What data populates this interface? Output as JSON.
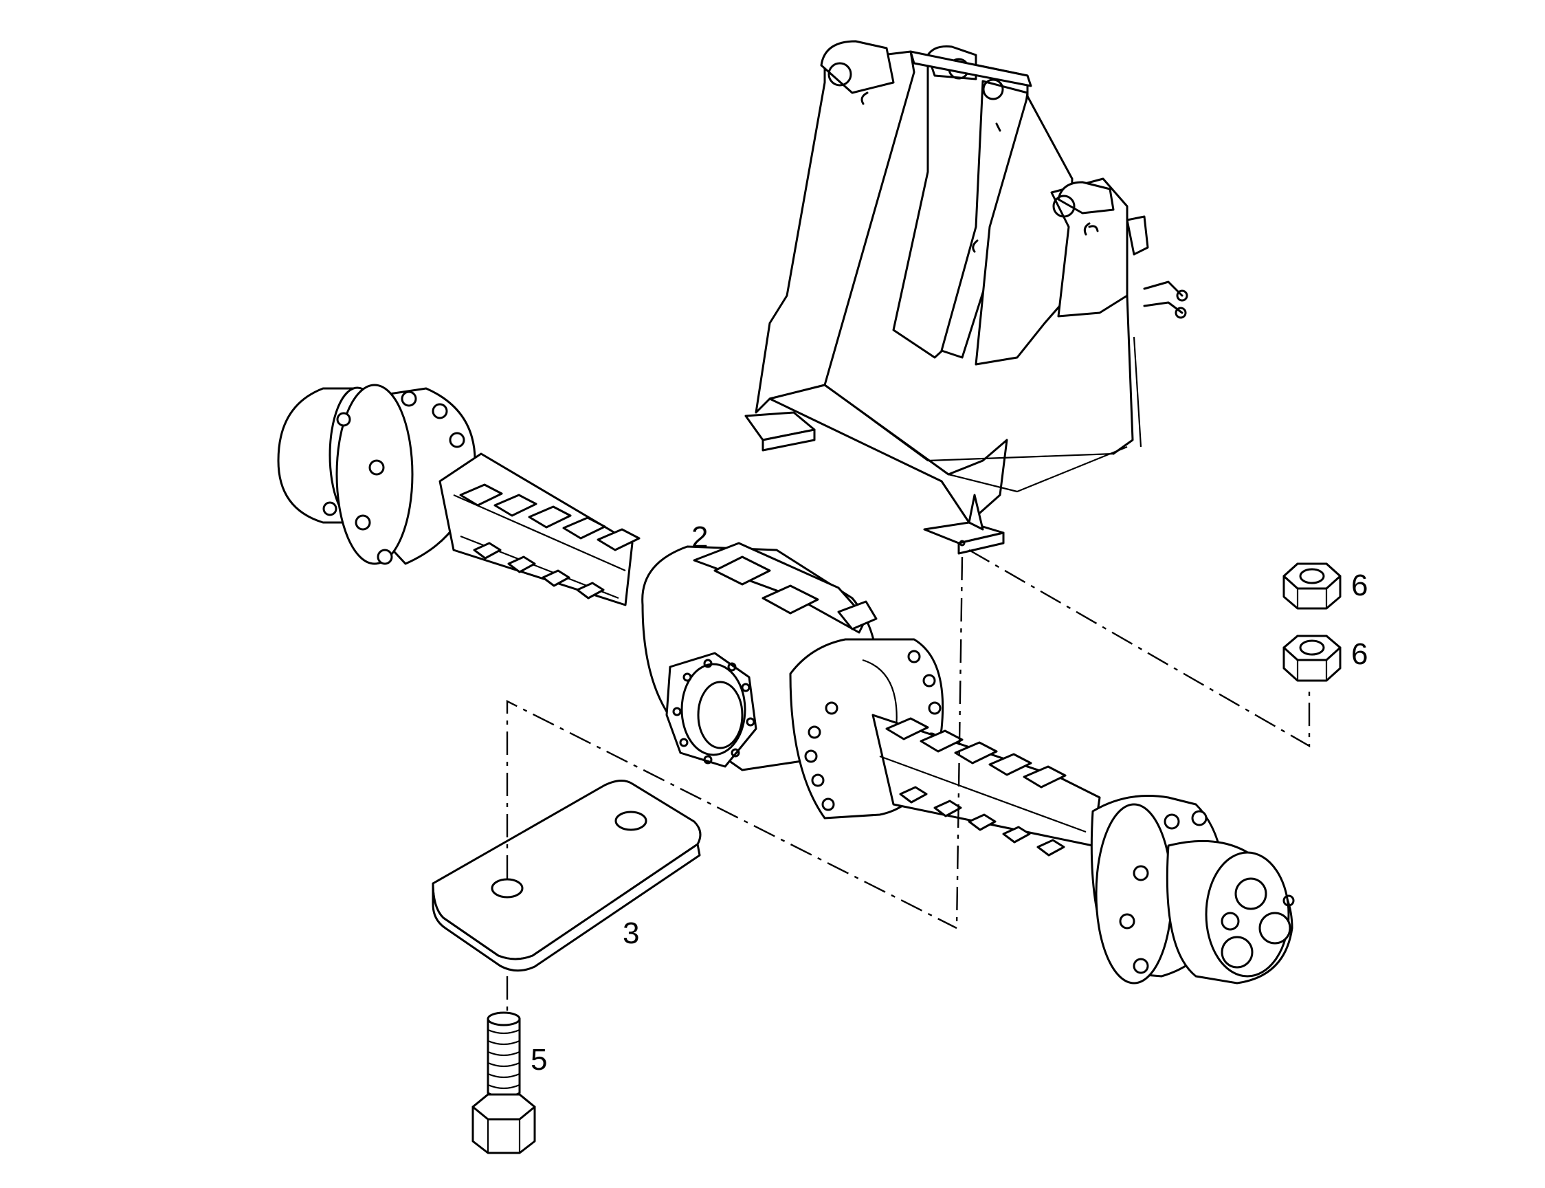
{
  "diagram": {
    "callouts": [
      {
        "id": "axle",
        "text": "2"
      },
      {
        "id": "plate",
        "text": "3"
      },
      {
        "id": "bolt",
        "text": "5"
      },
      {
        "id": "nut-upper",
        "text": "6"
      },
      {
        "id": "nut-lower",
        "text": "6"
      }
    ],
    "colors": {
      "line": "#000000",
      "background": "#ffffff"
    }
  }
}
